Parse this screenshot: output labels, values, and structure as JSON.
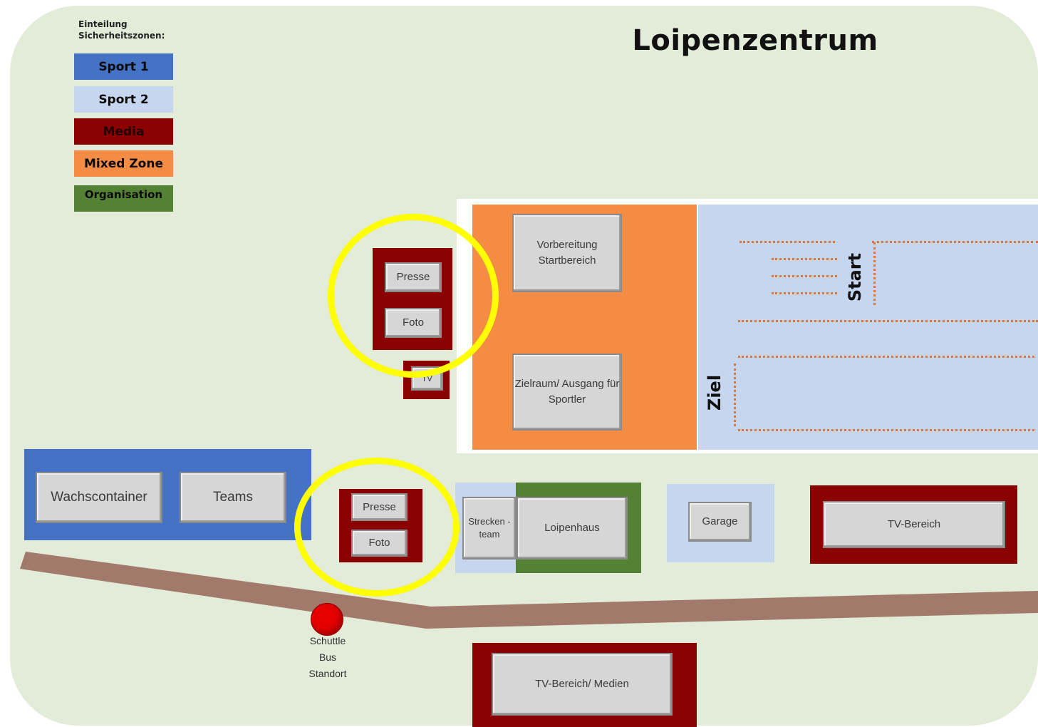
{
  "title": "Loipenzentrum",
  "legend": {
    "heading_line1": "Einteilung",
    "heading_line2": "Sicherheitszonen:",
    "items": [
      {
        "label": "Sport 1",
        "color": "#4472c4"
      },
      {
        "label": "Sport 2",
        "color": "#c5d6ee"
      },
      {
        "label": "Media",
        "color": "#8b0000"
      },
      {
        "label": "Mixed Zone",
        "color": "#f58c45"
      },
      {
        "label": "Organisation",
        "color": "#548235"
      }
    ]
  },
  "areas": {
    "start_label": "Start",
    "ziel_label": "Ziel",
    "vorbereitung": "Vorbereitung Startbereich",
    "zielraum": "Zielraum/ Ausgang für Sportler",
    "presse_upper": "Presse",
    "foto_upper": "Foto",
    "tv_small": "TV",
    "wachscontainer": "Wachscontainer",
    "teams": "Teams",
    "presse_lower": "Presse",
    "foto_lower": "Foto",
    "streckenteam": "Strecken -team",
    "loipenhaus": "Loipenhaus",
    "garage": "Garage",
    "tv_bereich": "TV-Bereich",
    "tv_bereich_medien": "TV-Bereich/ Medien",
    "shuttle_line1": "Schuttle",
    "shuttle_line2": "Bus",
    "shuttle_line3": "Standort"
  },
  "colors": {
    "field": "#e2ecd8",
    "path": "#a27a6c",
    "highlight": "#ffff00",
    "bus_stop": "#e60000"
  }
}
